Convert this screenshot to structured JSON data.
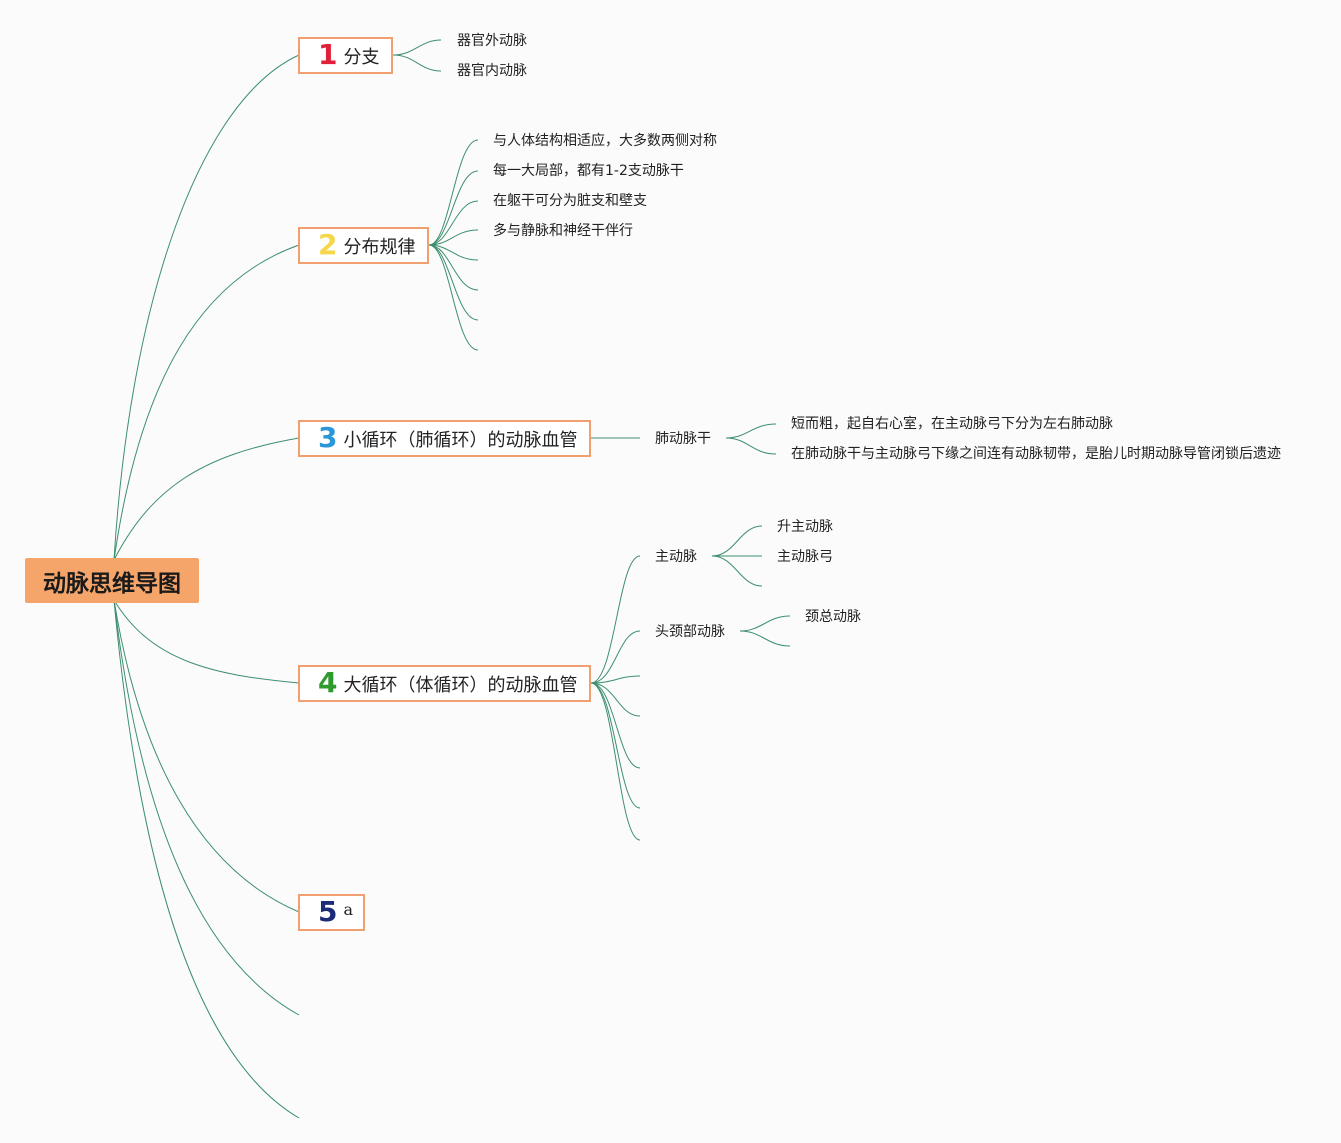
{
  "root": {
    "label": "动脉思维导图"
  },
  "topics": {
    "t1": {
      "number": "1",
      "label": "分支"
    },
    "t2": {
      "number": "2",
      "label": "分布规律"
    },
    "t3": {
      "number": "3",
      "label": "小循环（肺循环）的动脉血管"
    },
    "t4": {
      "number": "4",
      "label": "大循环（体循环）的动脉血管"
    },
    "t5": {
      "number": "5",
      "label": "a"
    }
  },
  "leaves": {
    "t1": [
      "器官外动脉",
      "器官内动脉"
    ],
    "t2": [
      "与人体结构相适应，大多数两侧对称",
      "每一大局部，都有1-2支动脉干",
      "在躯干可分为脏支和壁支",
      "多与静脉和神经干伴行"
    ],
    "t3_sub": "肺动脉干",
    "t3_leaves": [
      "短而粗，起自右心室，在主动脉弓下分为左右肺动脉",
      "在肺动脉干与主动脉弓下缘之间连有动脉韧带，是胎儿时期动脉导管闭锁后遗迹"
    ],
    "t4_sub1": "主动脉",
    "t4_sub1_leaves": [
      "升主动脉",
      "主动脉弓"
    ],
    "t4_sub2": "头颈部动脉",
    "t4_sub2_leaves": [
      "颈总动脉"
    ]
  },
  "colors": {
    "root_fill": "#f5a56a",
    "topic_border": "#f0a070",
    "line": "#3d8f6e"
  }
}
